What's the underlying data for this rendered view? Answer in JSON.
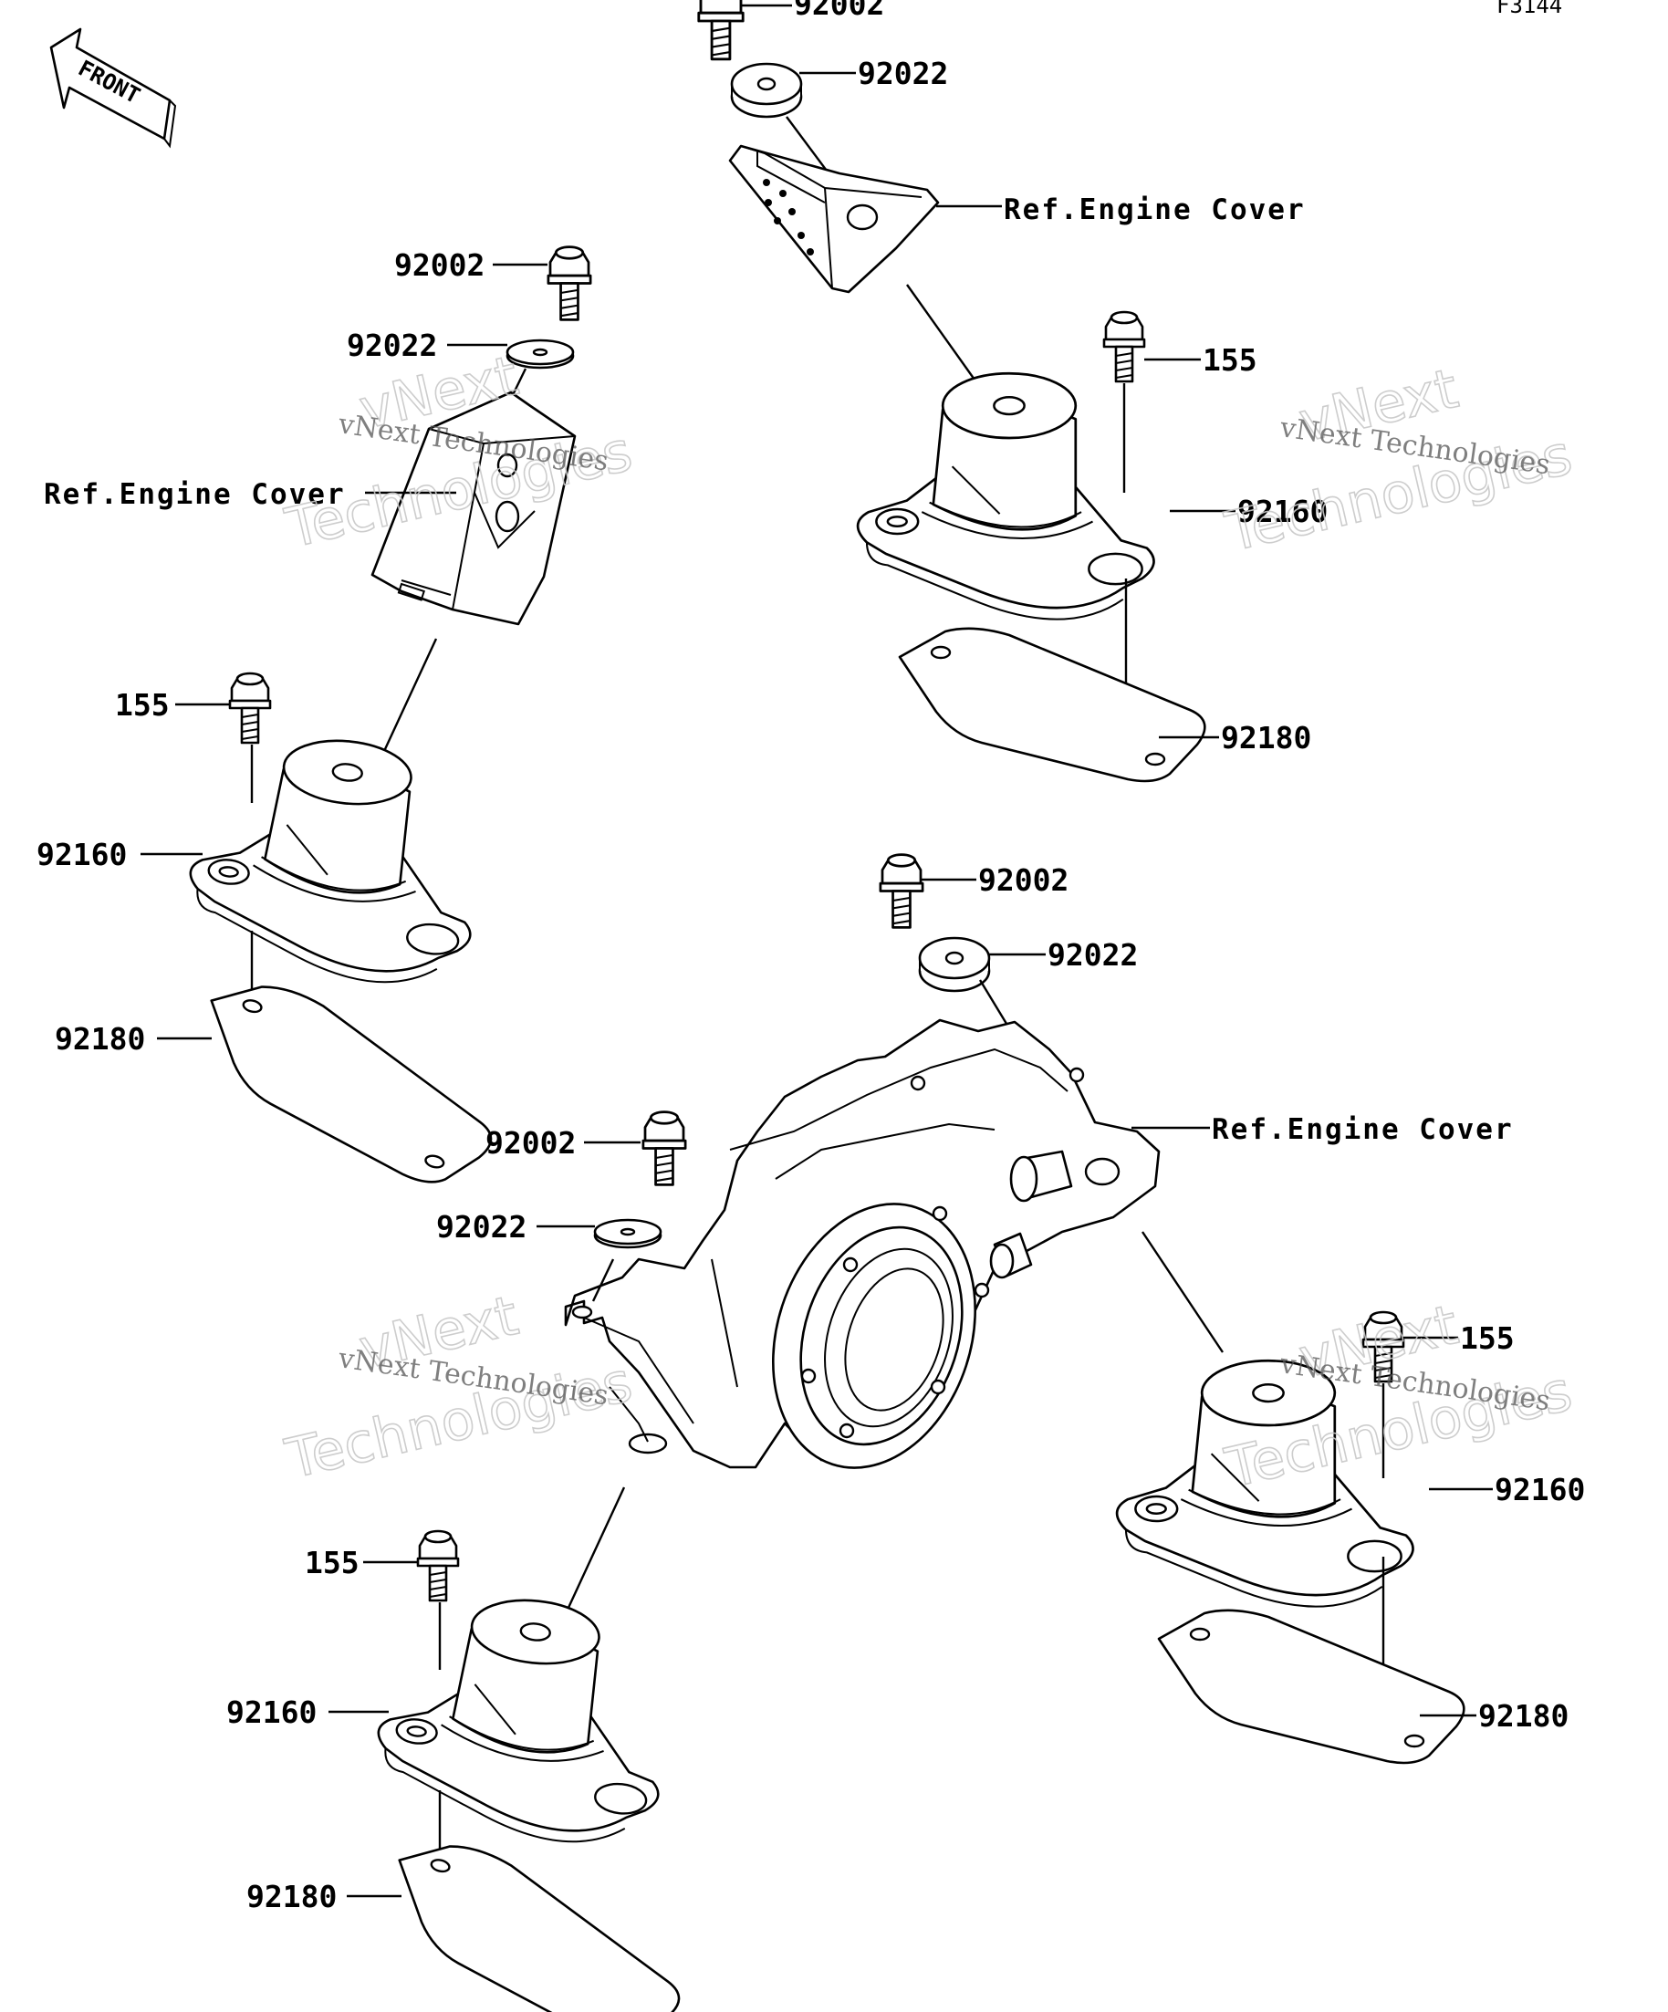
{
  "diagram_code": "F3144",
  "front_label": "FRONT",
  "watermark": {
    "line1": "vNext Technologies",
    "line2": "vNext",
    "line3": "Technologies"
  },
  "ref_engine_cover": "Ref.Engine Cover",
  "parts": {
    "bolt_92002": "92002",
    "damper_92022": "92022",
    "bolt_155": "155",
    "mount_92160": "92160",
    "plate_92180": "92180"
  }
}
